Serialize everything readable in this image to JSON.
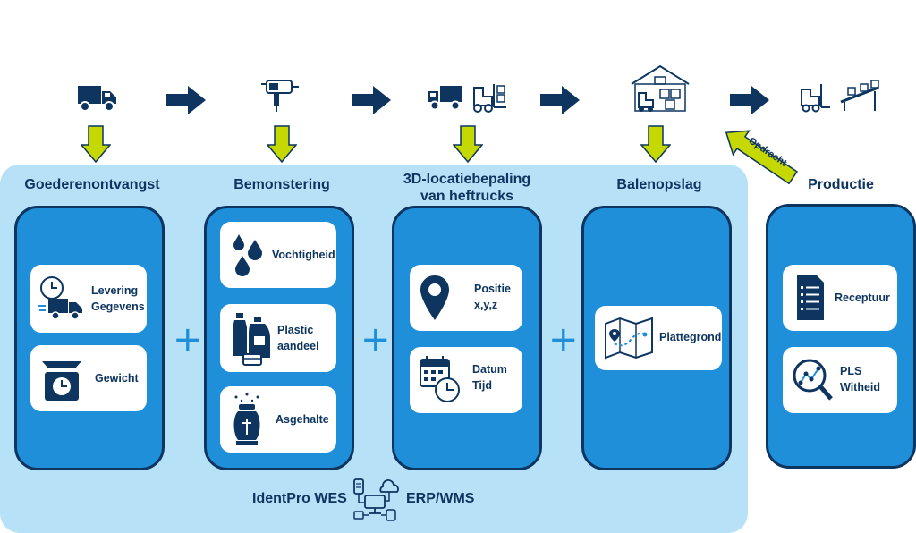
{
  "columns": {
    "goederen": {
      "title": "Goederenontvangst",
      "card1": "Levering\nGegevens",
      "card2": "Gewicht"
    },
    "bemonstering": {
      "title": "Bemonstering",
      "card1": "Vochtigheid",
      "card2": "Plastic\naandeel",
      "card3": "Asgehalte"
    },
    "locatie": {
      "title": "3D-locatiebepaling\nvan heftrucks",
      "card1": "Positie\nx,y,z",
      "card2": "Datum\nTijd"
    },
    "balen": {
      "title": "Balenopslag",
      "card1": "Plattegrond"
    },
    "productie": {
      "title": "Productie",
      "card1": "Receptuur",
      "card2": "PLS\nWitheid"
    }
  },
  "opdracht_label": "Opdracht",
  "footer": {
    "left": "IdentPro WES",
    "right": "ERP/WMS"
  },
  "colors": {
    "navy": "#0d3560",
    "blue": "#1e8fd8",
    "lightblue": "#b6e1f7",
    "lime": "#c5d800"
  },
  "icons": [
    "truck-icon",
    "sampler-icon",
    "truck-forklift-icon",
    "warehouse-icon",
    "production-icon",
    "clock-truck-icon",
    "scale-icon",
    "droplets-icon",
    "bottles-icon",
    "urn-icon",
    "pin-icon",
    "calendar-clock-icon",
    "map-icon",
    "document-icon",
    "magnifier-chart-icon",
    "network-icon"
  ]
}
